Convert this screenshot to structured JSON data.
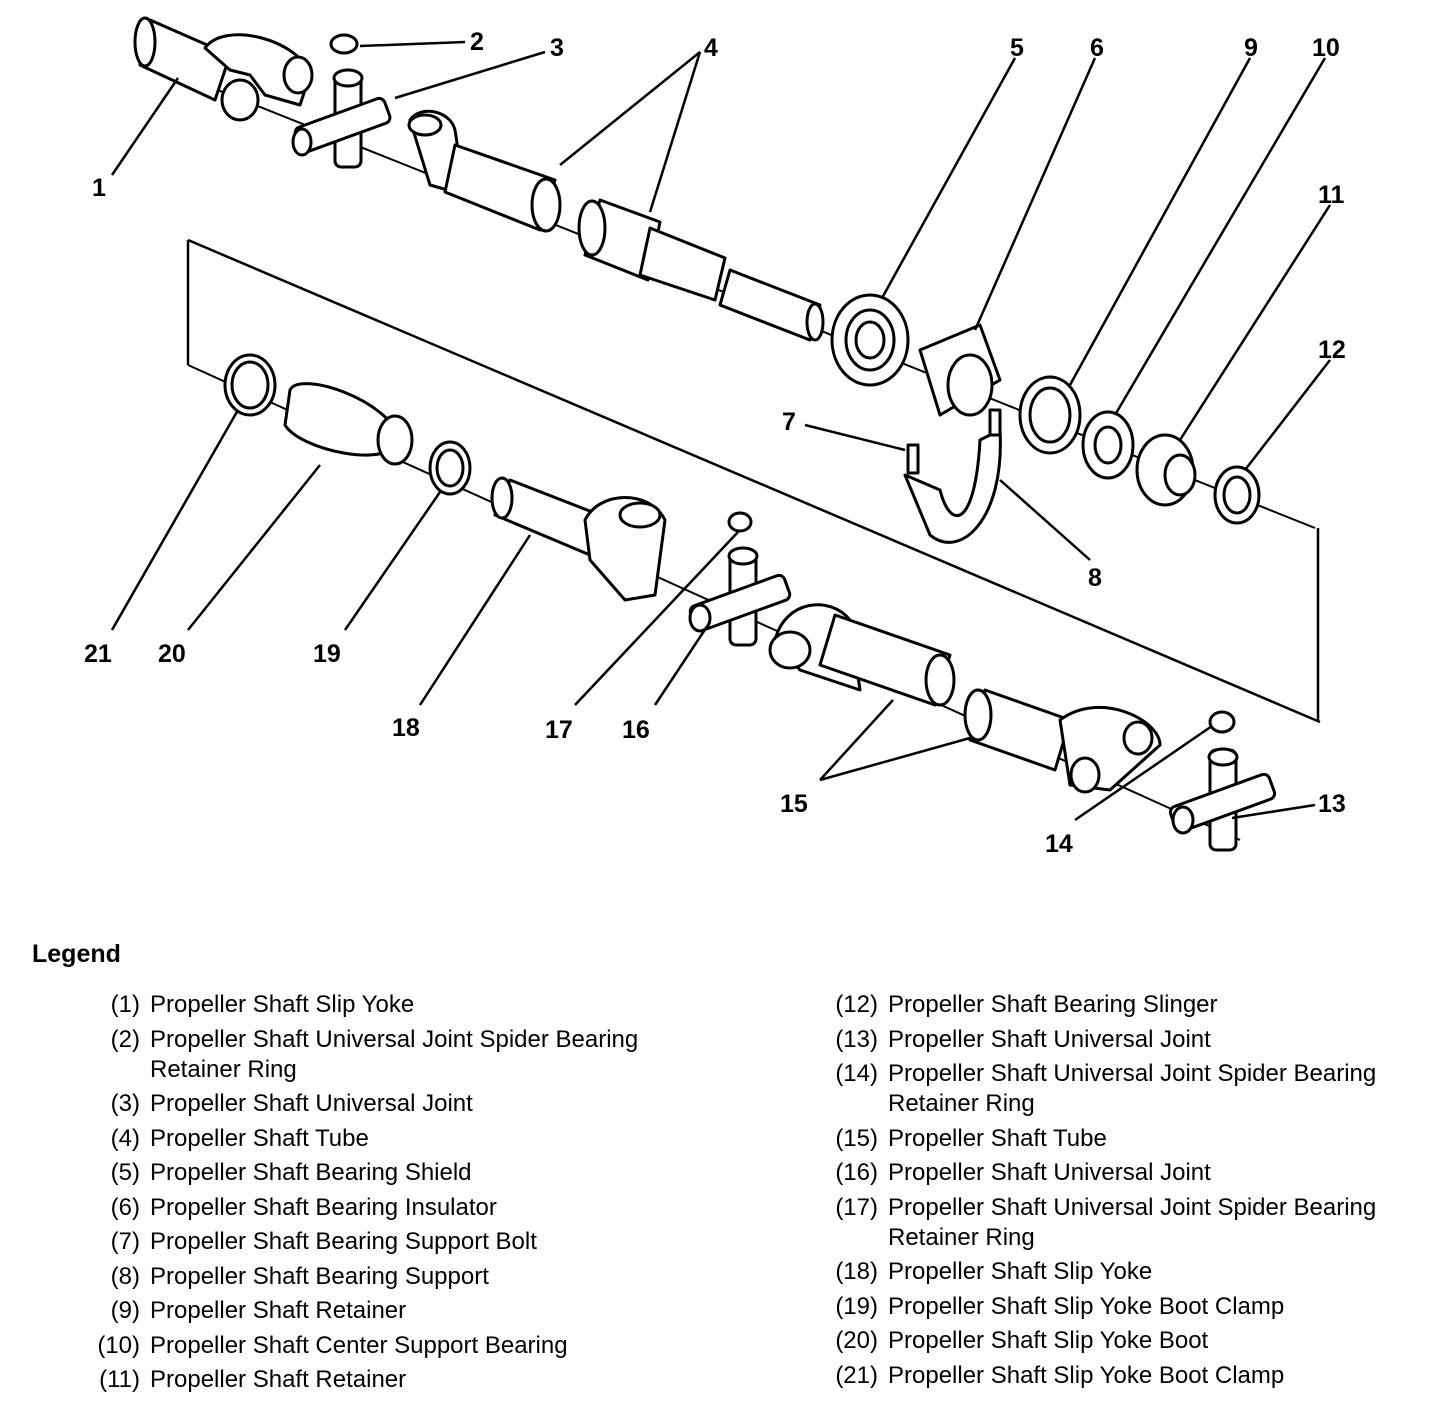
{
  "callouts": [
    "1",
    "2",
    "3",
    "4",
    "5",
    "6",
    "7",
    "8",
    "9",
    "10",
    "11",
    "12",
    "13",
    "14",
    "15",
    "16",
    "17",
    "18",
    "19",
    "20",
    "21"
  ],
  "legend": {
    "title": "Legend",
    "items": [
      {
        "num": "(1)",
        "text": "Propeller Shaft Slip Yoke"
      },
      {
        "num": "(2)",
        "text": "Propeller Shaft Universal Joint Spider Bearing Retainer Ring"
      },
      {
        "num": "(3)",
        "text": "Propeller Shaft Universal Joint"
      },
      {
        "num": "(4)",
        "text": "Propeller Shaft Tube"
      },
      {
        "num": "(5)",
        "text": "Propeller Shaft Bearing Shield"
      },
      {
        "num": "(6)",
        "text": "Propeller Shaft Bearing Insulator"
      },
      {
        "num": "(7)",
        "text": "Propeller Shaft Bearing Support Bolt"
      },
      {
        "num": "(8)",
        "text": "Propeller Shaft Bearing Support"
      },
      {
        "num": "(9)",
        "text": "Propeller Shaft Retainer"
      },
      {
        "num": "(10)",
        "text": "Propeller Shaft Center Support Bearing"
      },
      {
        "num": "(11)",
        "text": "Propeller Shaft Retainer"
      },
      {
        "num": "(12)",
        "text": "Propeller Shaft Bearing Slinger"
      },
      {
        "num": "(13)",
        "text": "Propeller Shaft Universal Joint"
      },
      {
        "num": "(14)",
        "text": "Propeller Shaft Universal Joint Spider Bearing Retainer Ring"
      },
      {
        "num": "(15)",
        "text": "Propeller Shaft Tube"
      },
      {
        "num": "(16)",
        "text": "Propeller Shaft Universal Joint"
      },
      {
        "num": "(17)",
        "text": "Propeller Shaft Universal Joint Spider Bearing Retainer Ring"
      },
      {
        "num": "(18)",
        "text": "Propeller Shaft Slip Yoke"
      },
      {
        "num": "(19)",
        "text": "Propeller Shaft Slip Yoke Boot Clamp"
      },
      {
        "num": "(20)",
        "text": "Propeller Shaft Slip Yoke Boot"
      },
      {
        "num": "(21)",
        "text": "Propeller Shaft Slip Yoke Boot Clamp"
      }
    ]
  }
}
